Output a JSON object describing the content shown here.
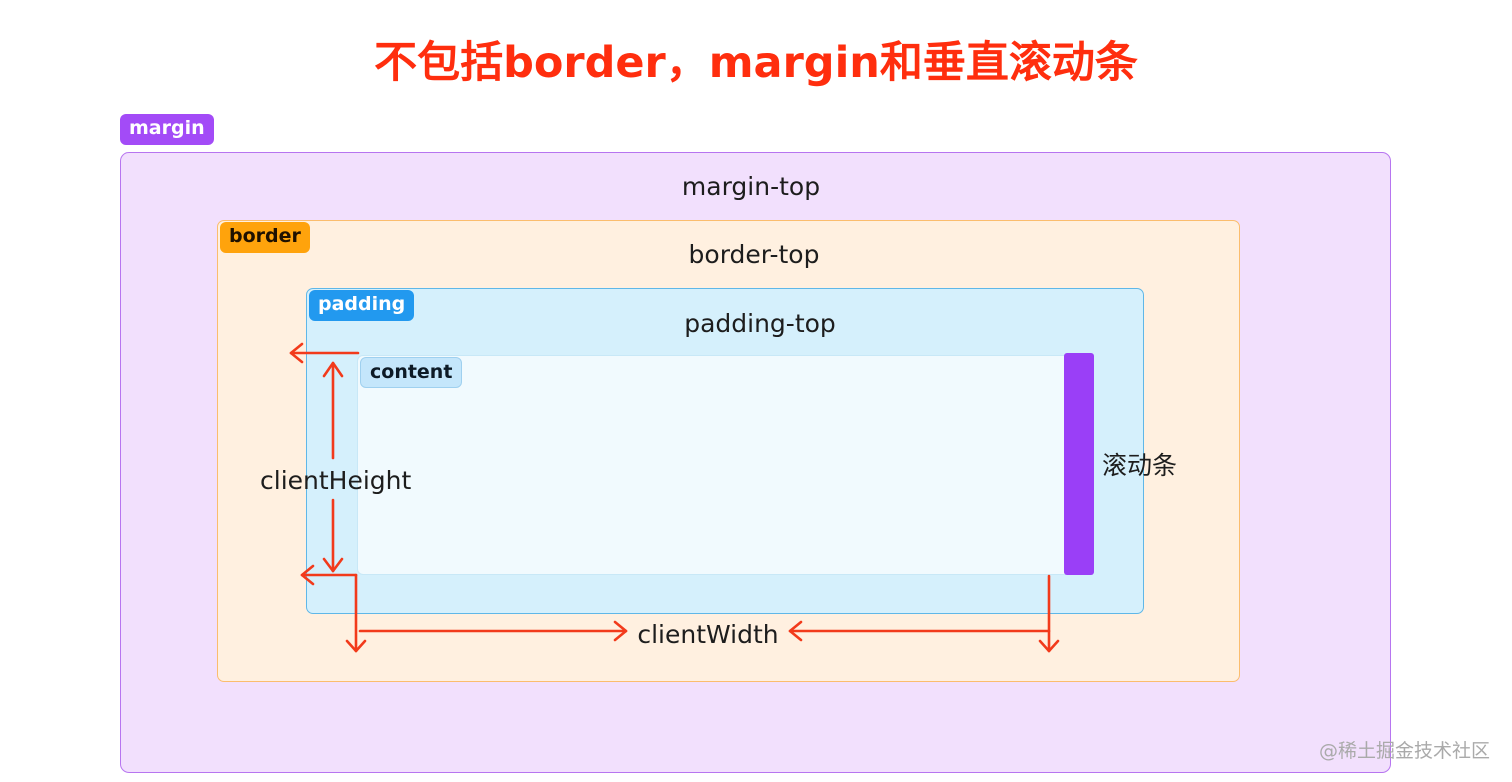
{
  "title": "不包括border，margin和垂直滚动条",
  "tags": {
    "margin": "margin",
    "border": "border",
    "padding": "padding",
    "content": "content"
  },
  "labels": {
    "margin_top": "margin-top",
    "border_top": "border-top",
    "padding_top": "padding-top",
    "scrollbar": "滚动条",
    "client_height": "clientHeight",
    "client_width": "clientWidth"
  },
  "watermark": "@稀土掘金技术社区",
  "colors": {
    "title": "#ff2e0e",
    "arrow": "#f23a1b",
    "margin": "#a34bf7",
    "border": "#ffa30c",
    "padding": "#2299ef",
    "content": "#c4e6fb",
    "scrollbar": "#9a3ff7"
  }
}
